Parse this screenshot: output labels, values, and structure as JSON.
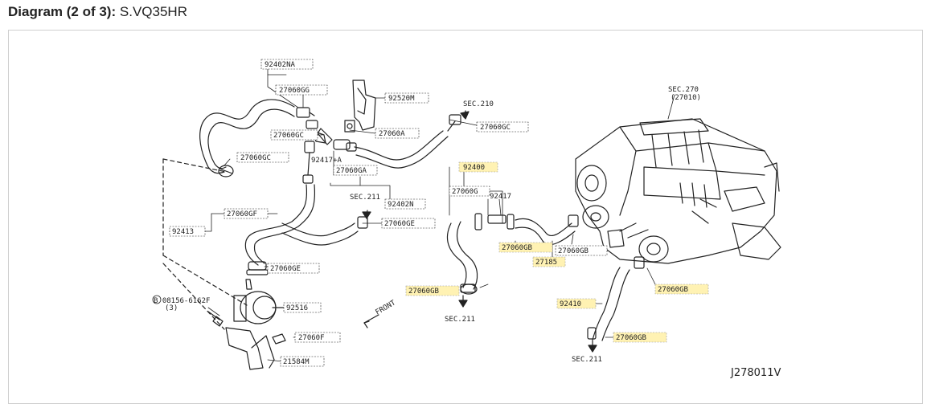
{
  "header": {
    "prefix": "Diagram (2 of 3)",
    "separator": ":",
    "model": "S.VQ35HR"
  },
  "diagram": {
    "code": "J278011V",
    "front_label": "FRONT",
    "highlight_color": "#fff2b3",
    "labels": {
      "p92402NA": "92402NA",
      "p27060GG": "27060GG",
      "p92520M": "92520M",
      "sec210": "SEC.210",
      "p27060GC_r": "27060GC",
      "p27060GC_l": "27060GC",
      "p27060A": "27060A",
      "p27060GC_m": "27060GC",
      "p92417A": "92417+A",
      "p27060GA": "27060GA",
      "sec270": "SEC.270",
      "sec270_sub": "(27010)",
      "p92400": "92400",
      "p27060G": "27060G",
      "p92417": "92417",
      "sec211_top": "SEC.211",
      "p92402N": "92402N",
      "p27060GF": "27060GF",
      "p27060GE": "27060GE",
      "p92413": "92413",
      "p27060GB_a": "27060GB",
      "p27060GB_b": "27060GB",
      "p27185": "27185",
      "p27060GE_low": "27060GE",
      "p27060GB_c": "27060GB",
      "p27060GB_d": "27060GB",
      "sec211_mid": "SEC.211",
      "p08156": "B 08156-6162F",
      "p08156_qty": "(3)",
      "p92516": "92516",
      "p92410": "92410",
      "p27060F": "27060F",
      "p27060GB_e": "27060GB",
      "sec211_bot": "SEC.211",
      "p21584M": "21584M"
    }
  }
}
